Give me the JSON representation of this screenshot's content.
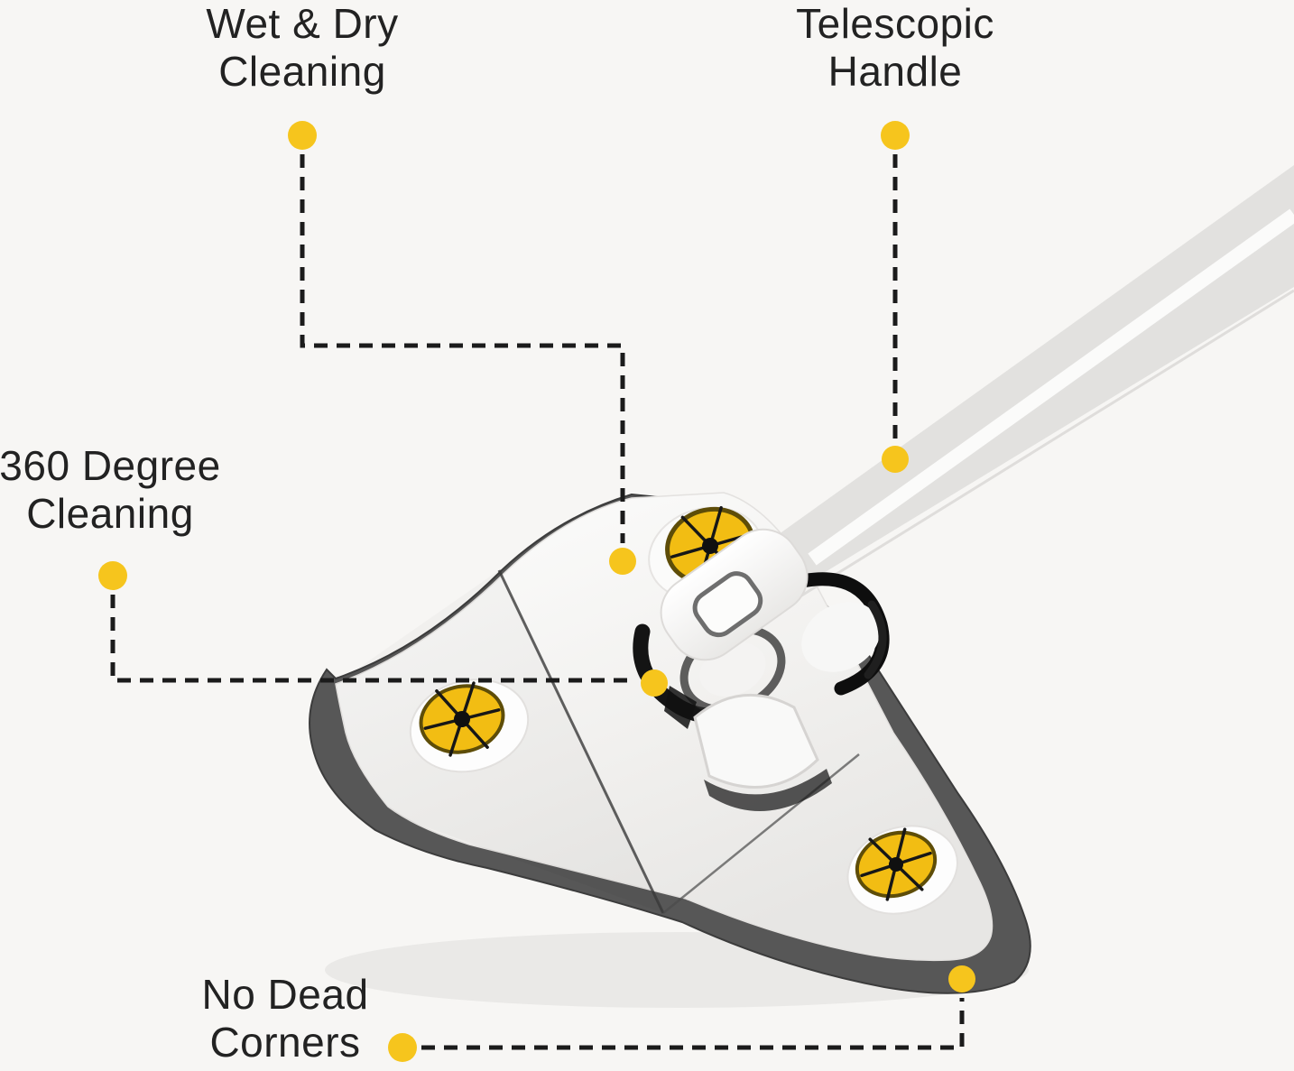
{
  "colors": {
    "background": "#f7f6f4",
    "accent_yellow": "#f6c51d",
    "wheel_yellow": "#f2bd13",
    "wheel_rim": "#5e4d08",
    "callout_line": "#1b1b1b",
    "text": "#222222",
    "pad_gray": "#575757"
  },
  "callouts": [
    {
      "id": "wet-dry-cleaning",
      "line1": "Wet & Dry",
      "line2": "Cleaning"
    },
    {
      "id": "telescopic-handle",
      "line1": "Telescopic",
      "line2": "Handle"
    },
    {
      "id": "360-degree-cleaning",
      "line1": "360 Degree",
      "line2": "Cleaning"
    },
    {
      "id": "no-dead-corners",
      "line1": "No Dead",
      "line2": "Corners"
    }
  ]
}
